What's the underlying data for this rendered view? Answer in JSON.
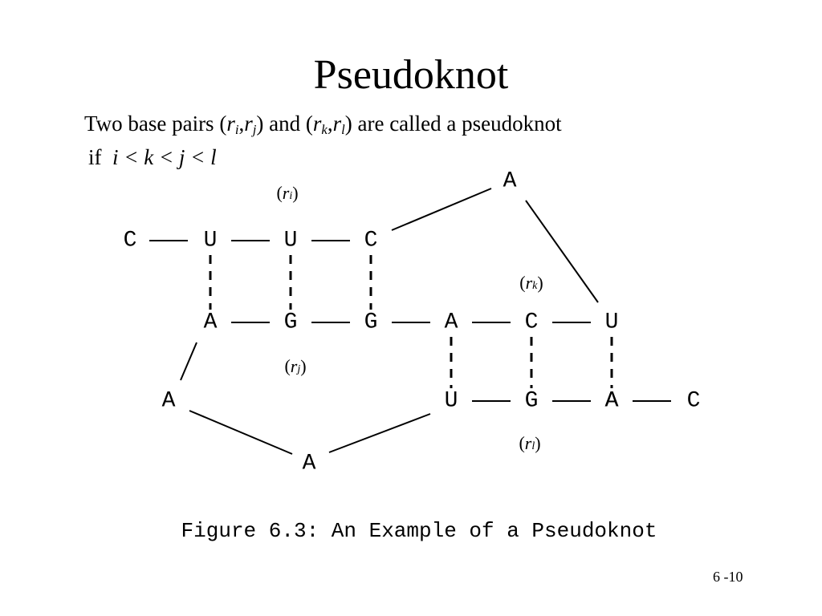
{
  "slide": {
    "title": "Pseudoknot",
    "definition": {
      "prefix": "Two base pairs (",
      "r1": "r",
      "s1": "i",
      "c1": ",",
      "r2": "r",
      "s2": "j",
      "mid": ") and (",
      "r3": "r",
      "s3": "k",
      "c2": ",",
      "r4": "r",
      "s4": "l",
      "suffix": ") are called a pseudoknot"
    },
    "condition": {
      "if": "if",
      "expr": "i < k < j < l"
    },
    "page_number": "6 -10"
  },
  "figure": {
    "caption": "Figure 6.3: An Example of a Pseudoknot",
    "nodes": [
      {
        "id": "n0",
        "base": "C"
      },
      {
        "id": "n1",
        "base": "U"
      },
      {
        "id": "n2",
        "base": "U"
      },
      {
        "id": "n3",
        "base": "C"
      },
      {
        "id": "n4",
        "base": "A"
      },
      {
        "id": "n5",
        "base": "U"
      },
      {
        "id": "n6",
        "base": "A"
      },
      {
        "id": "n7",
        "base": "C"
      },
      {
        "id": "n8",
        "base": "A"
      },
      {
        "id": "n9",
        "base": "G"
      },
      {
        "id": "n10",
        "base": "G"
      },
      {
        "id": "n11",
        "base": "A"
      },
      {
        "id": "n12",
        "base": "A"
      },
      {
        "id": "n13",
        "base": "A"
      },
      {
        "id": "n14",
        "base": "U"
      },
      {
        "id": "n15",
        "base": "G"
      },
      {
        "id": "n16",
        "base": "A"
      },
      {
        "id": "n17",
        "base": "C"
      }
    ],
    "pair_labels": [
      {
        "id": "ri",
        "r": "r",
        "sub": "i"
      },
      {
        "id": "rj",
        "r": "r",
        "sub": "j"
      },
      {
        "id": "rk",
        "r": "r",
        "sub": "k"
      },
      {
        "id": "rl",
        "r": "r",
        "sub": "l"
      }
    ]
  }
}
